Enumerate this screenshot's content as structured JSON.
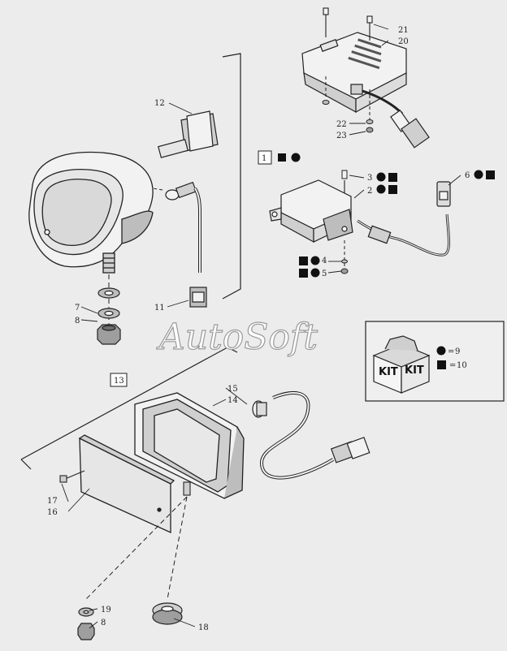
{
  "watermark": "AutoSoft",
  "callouts": {
    "c1": "1",
    "c2": "2",
    "c3": "3",
    "c4": "4",
    "c5": "5",
    "c6": "6",
    "c7": "7",
    "c8a": "8",
    "c8b": "8",
    "c9": "9",
    "c10": "10",
    "c11": "11",
    "c12": "12",
    "c13": "13",
    "c14": "14",
    "c15": "15",
    "c16": "16",
    "c17": "17",
    "c18": "18",
    "c19": "19",
    "c20": "20",
    "c21": "21",
    "c22": "22",
    "c23": "23"
  },
  "kit": {
    "word1": "KIT",
    "word2": "KIT",
    "eq": "="
  },
  "colors": {
    "line": "#222222",
    "bg": "#ececec",
    "part": "#f2f2f2",
    "shade": "#bdbdbd"
  }
}
